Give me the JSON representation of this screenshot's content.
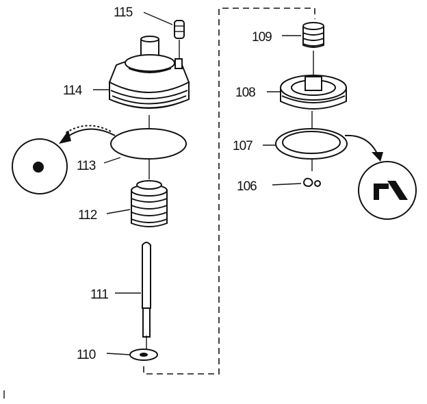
{
  "parts": [
    {
      "id": "part-115",
      "label": "115",
      "name": "pin"
    },
    {
      "id": "part-114",
      "label": "114",
      "name": "cap"
    },
    {
      "id": "part-113",
      "label": "113",
      "name": "o-ring"
    },
    {
      "id": "part-112",
      "label": "112",
      "name": "spring"
    },
    {
      "id": "part-111",
      "label": "111",
      "name": "stem"
    },
    {
      "id": "part-110",
      "label": "110",
      "name": "washer"
    },
    {
      "id": "part-109",
      "label": "109",
      "name": "spring"
    },
    {
      "id": "part-108",
      "label": "108",
      "name": "seat"
    },
    {
      "id": "part-107",
      "label": "107",
      "name": "o-ring"
    },
    {
      "id": "part-106",
      "label": "106",
      "name": "clip"
    }
  ],
  "callouts": {
    "left": "lubricate-callout",
    "right": "install-callout"
  }
}
